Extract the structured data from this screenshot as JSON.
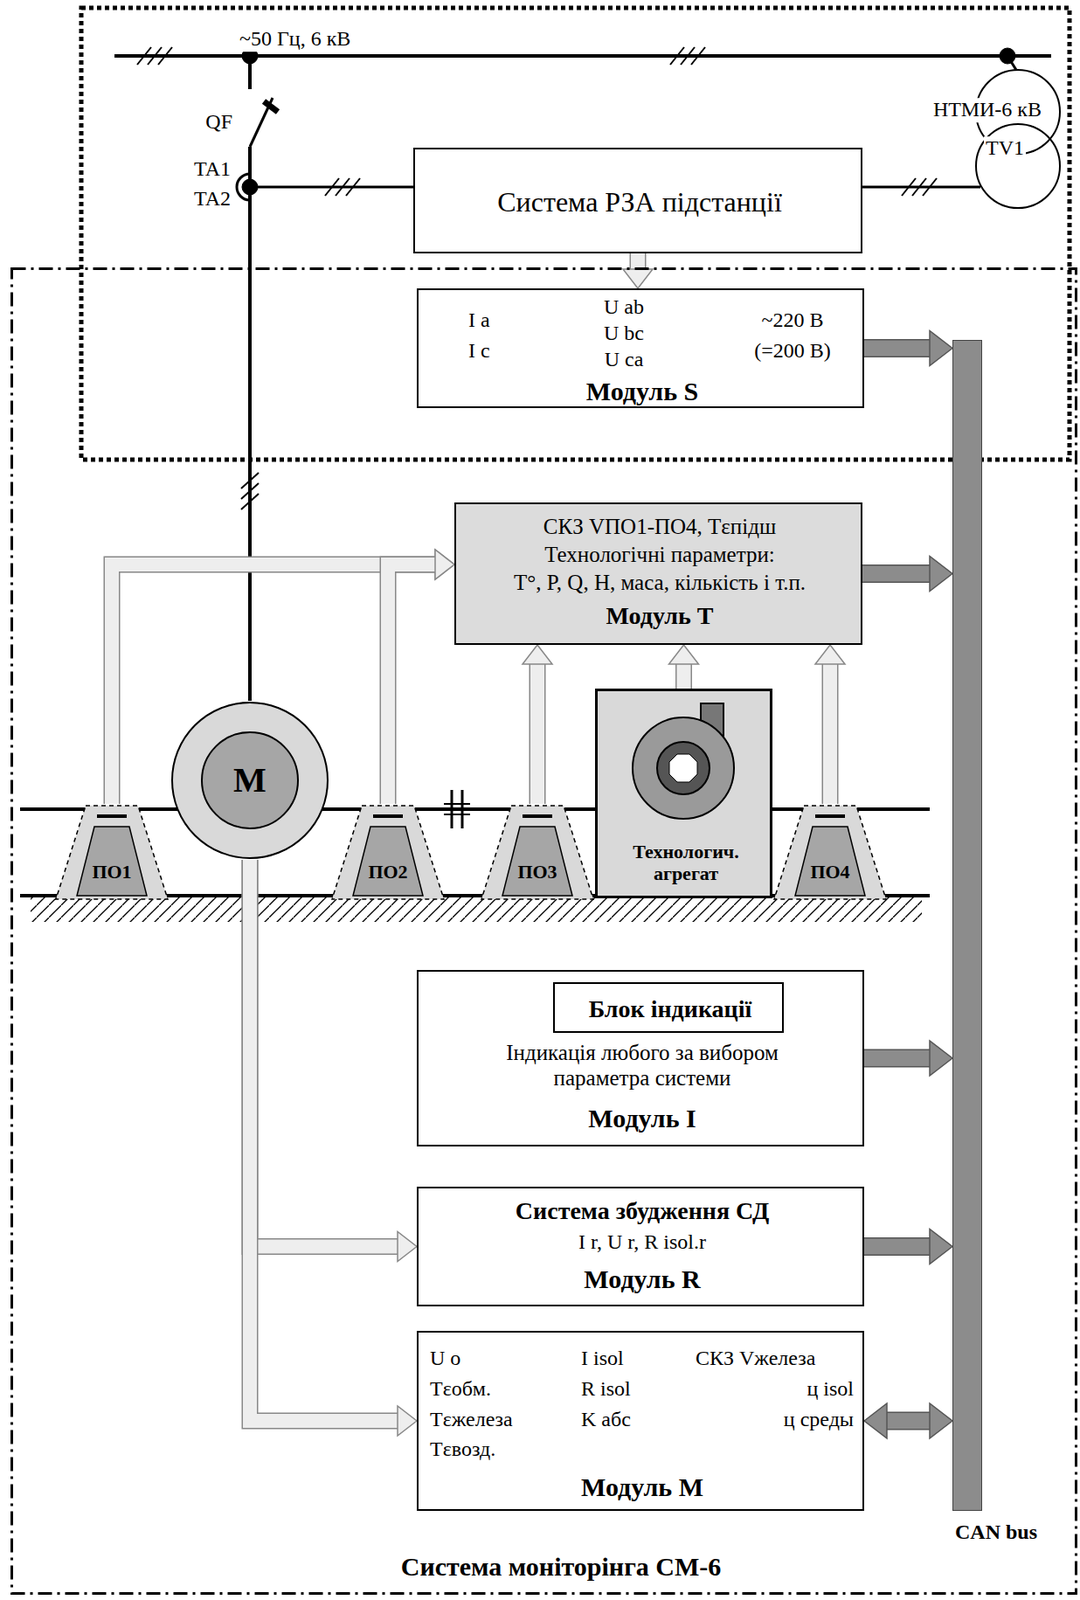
{
  "diagram": {
    "nodes": [
      {
        "text": [
          "Система РЗА підстанції"
        ]
      },
      {
        "text": [
          "Система моніторінга СМ-6"
        ]
      },
      {
        "text": [
          "I a",
          "I c",
          "U ab",
          "U bc",
          "U ca",
          "~220 В",
          "(=200 В)",
          "Модуль S"
        ],
        "in": 1
      },
      {
        "text": [
          "СКЗ VПО1-ПО4, Tεпідш",
          "Технологічні параметри:",
          "T°, P, Q, H, маса, кількість і т.п.",
          "Модуль T"
        ],
        "in": 1
      },
      {
        "text": [
          "M"
        ],
        "in": 1
      },
      {
        "text": [
          "ПО1"
        ],
        "in": 1
      },
      {
        "text": [
          "ПО2"
        ],
        "in": 1
      },
      {
        "text": [
          "ПО3"
        ],
        "in": 1
      },
      {
        "text": [
          "Технологич. агрегат"
        ],
        "in": 1
      },
      {
        "text": [
          "ПО4"
        ],
        "in": 1
      },
      {
        "text": [
          "Індикація любого за вибором параметра системи",
          "Модуль I"
        ],
        "in": 1
      },
      {
        "text": [
          "Блок індикації"
        ],
        "in": 10
      },
      {
        "text": [
          "Система збудження СД",
          "I r, U r, R isol.r",
          "Модуль R"
        ],
        "in": 1
      },
      {
        "text": [
          "U o",
          "Tεобм.",
          "Tεжелеза",
          "Tεвозд.",
          "I isol",
          "R isol",
          "K абс",
          "СКЗ Vжелеза",
          "ц isol",
          "ц среды",
          "Модуль M"
        ],
        "in": 1
      },
      {
        "text": [
          "CAN bus"
        ],
        "in": 1
      }
    ],
    "edges": [
      {
        "from": 0,
        "to": 2,
        "arrow": "to"
      },
      {
        "from": 2,
        "to": 14,
        "arrow": "to"
      },
      {
        "from": 5,
        "to": 3,
        "arrow": "to"
      },
      {
        "from": 6,
        "to": 3,
        "arrow": "to"
      },
      {
        "from": 7,
        "to": 3,
        "arrow": "to"
      },
      {
        "from": 8,
        "to": 3,
        "arrow": "to"
      },
      {
        "from": 9,
        "to": 3,
        "arrow": "to"
      },
      {
        "from": 3,
        "to": 14,
        "arrow": "to"
      },
      {
        "from": 10,
        "to": 14,
        "arrow": "to"
      },
      {
        "from": 4,
        "to": 12,
        "arrow": "to"
      },
      {
        "from": 4,
        "to": 13,
        "arrow": "to"
      },
      {
        "from": 12,
        "to": 14,
        "arrow": "to"
      },
      {
        "from": 13,
        "to": 14,
        "arrow": "both"
      }
    ],
    "labels": [
      "~50 Гц, 6 кВ",
      "QF",
      "TA1",
      "TA2",
      "НТМИ-6 кВ",
      "TV1"
    ]
  }
}
